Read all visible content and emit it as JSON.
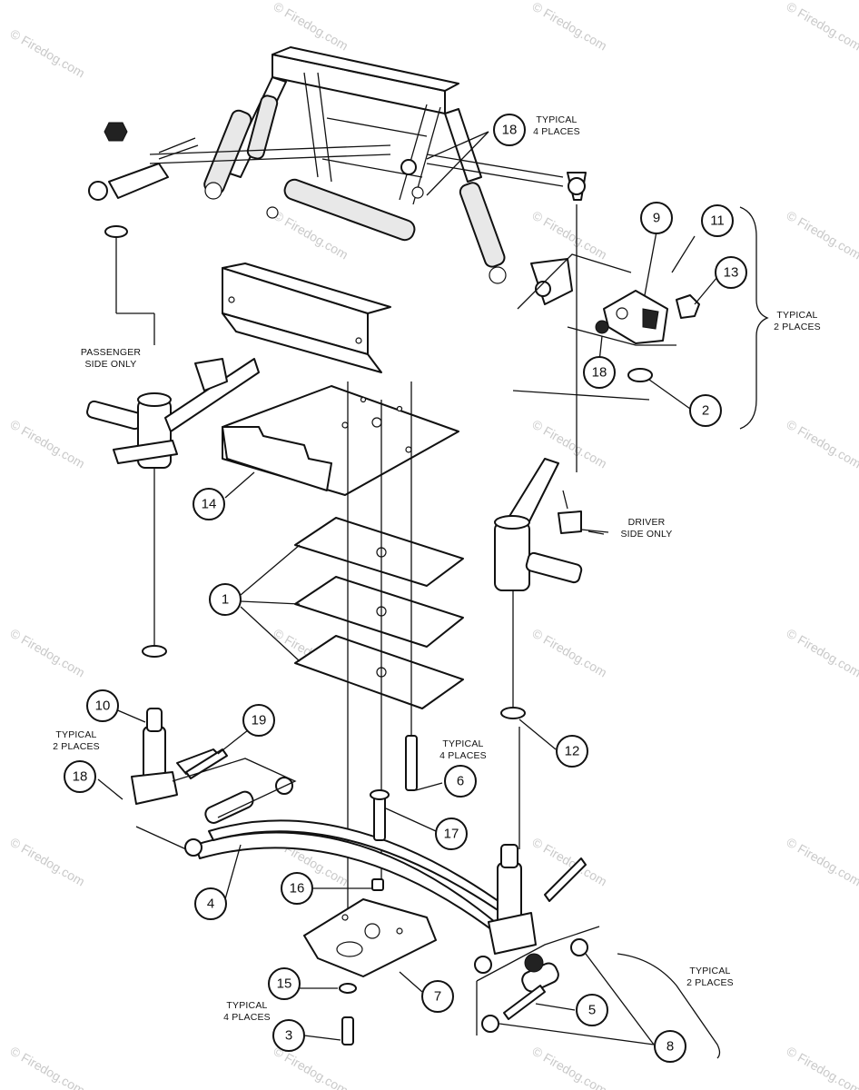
{
  "watermark": "© Firedog.com",
  "callouts": [
    {
      "id": "c1",
      "label": "1"
    },
    {
      "id": "c2",
      "label": "2"
    },
    {
      "id": "c3",
      "label": "3"
    },
    {
      "id": "c4",
      "label": "4"
    },
    {
      "id": "c5",
      "label": "5"
    },
    {
      "id": "c6",
      "label": "6"
    },
    {
      "id": "c7",
      "label": "7"
    },
    {
      "id": "c8",
      "label": "8"
    },
    {
      "id": "c9",
      "label": "9"
    },
    {
      "id": "c10",
      "label": "10"
    },
    {
      "id": "c11",
      "label": "11"
    },
    {
      "id": "c12",
      "label": "12"
    },
    {
      "id": "c13",
      "label": "13"
    },
    {
      "id": "c14",
      "label": "14"
    },
    {
      "id": "c15",
      "label": "15"
    },
    {
      "id": "c16",
      "label": "16"
    },
    {
      "id": "c17",
      "label": "17"
    },
    {
      "id": "c18a",
      "label": "18"
    },
    {
      "id": "c18b",
      "label": "18"
    },
    {
      "id": "c18c",
      "label": "18"
    },
    {
      "id": "c19",
      "label": "19"
    }
  ],
  "notes": {
    "typical_4_places": [
      "TYPICAL",
      "4 PLACES"
    ],
    "typical_2_places": [
      "TYPICAL",
      "2 PLACES"
    ],
    "passenger_side_only": [
      "PASSENGER",
      "SIDE ONLY"
    ],
    "driver_side_only": [
      "DRIVER",
      "SIDE ONLY"
    ]
  }
}
